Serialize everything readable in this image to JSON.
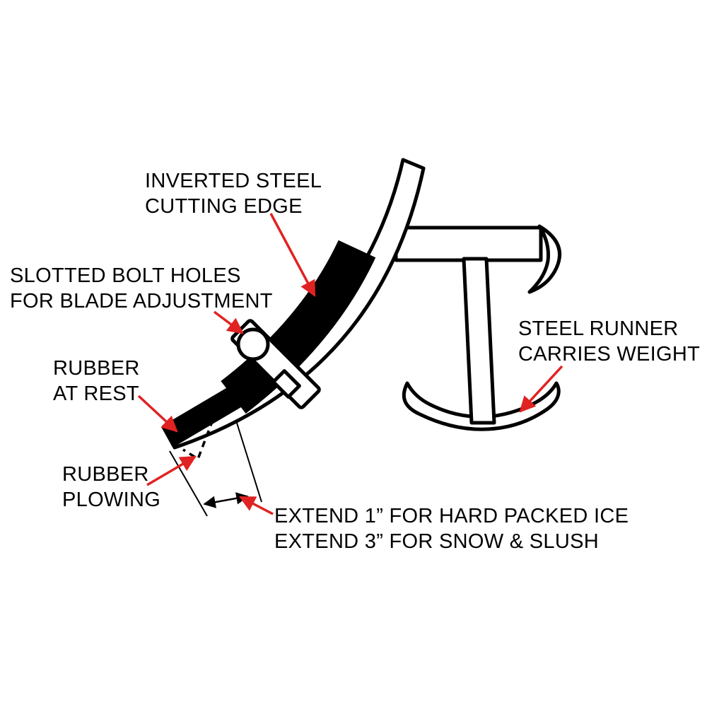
{
  "diagram": {
    "labels": {
      "inverted_steel": {
        "line1": "INVERTED STEEL",
        "line2": "CUTTING EDGE"
      },
      "slotted_bolt": {
        "line1": "SLOTTED BOLT HOLES",
        "line2": "FOR BLADE ADJUSTMENT"
      },
      "rubber_at_rest": {
        "line1": "RUBBER",
        "line2": "AT REST"
      },
      "rubber_plowing": {
        "line1": "RUBBER",
        "line2": "PLOWING"
      },
      "steel_runner": {
        "line1": "STEEL RUNNER",
        "line2": "CARRIES WEIGHT"
      },
      "extend": {
        "line1": "EXTEND 1” FOR HARD PACKED ICE",
        "line2": "EXTEND 3” FOR SNOW & SLUSH"
      }
    },
    "colors": {
      "arrow": "#e02222",
      "line": "#000000",
      "background": "#ffffff"
    }
  }
}
